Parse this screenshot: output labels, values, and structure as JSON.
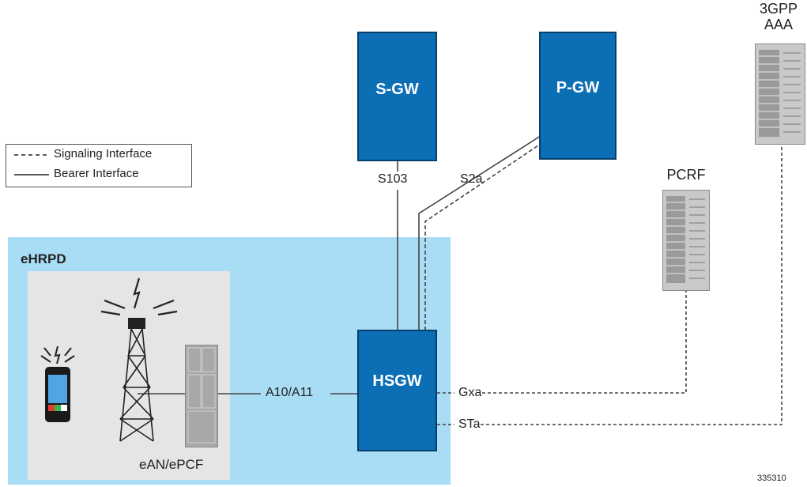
{
  "legend": {
    "signaling_label": "Signaling Interface",
    "bearer_label": "Bearer Interface"
  },
  "regions": {
    "ehrpd_label": "eHRPD",
    "ean_label": "eAN/ePCF"
  },
  "nodes": {
    "sgw": "S-GW",
    "pgw": "P-GW",
    "hsgw": "HSGW",
    "pcrf": "PCRF",
    "aaa_line1": "3GPP",
    "aaa_line2": "AAA"
  },
  "interfaces": {
    "s103": "S103",
    "s2a": "S2a",
    "a10a11": "A10/A11",
    "gxa": "Gxa",
    "sta": "STa"
  },
  "figure_id": "335310",
  "colors": {
    "node_blue": "#0c6eb5",
    "ehrpd_region": "#a9dcf5",
    "ean_region": "#e5e5e5"
  },
  "icons": [
    "mobile-phone-icon",
    "cell-tower-icon",
    "pcf-rack-icon",
    "server-rack-icon"
  ]
}
